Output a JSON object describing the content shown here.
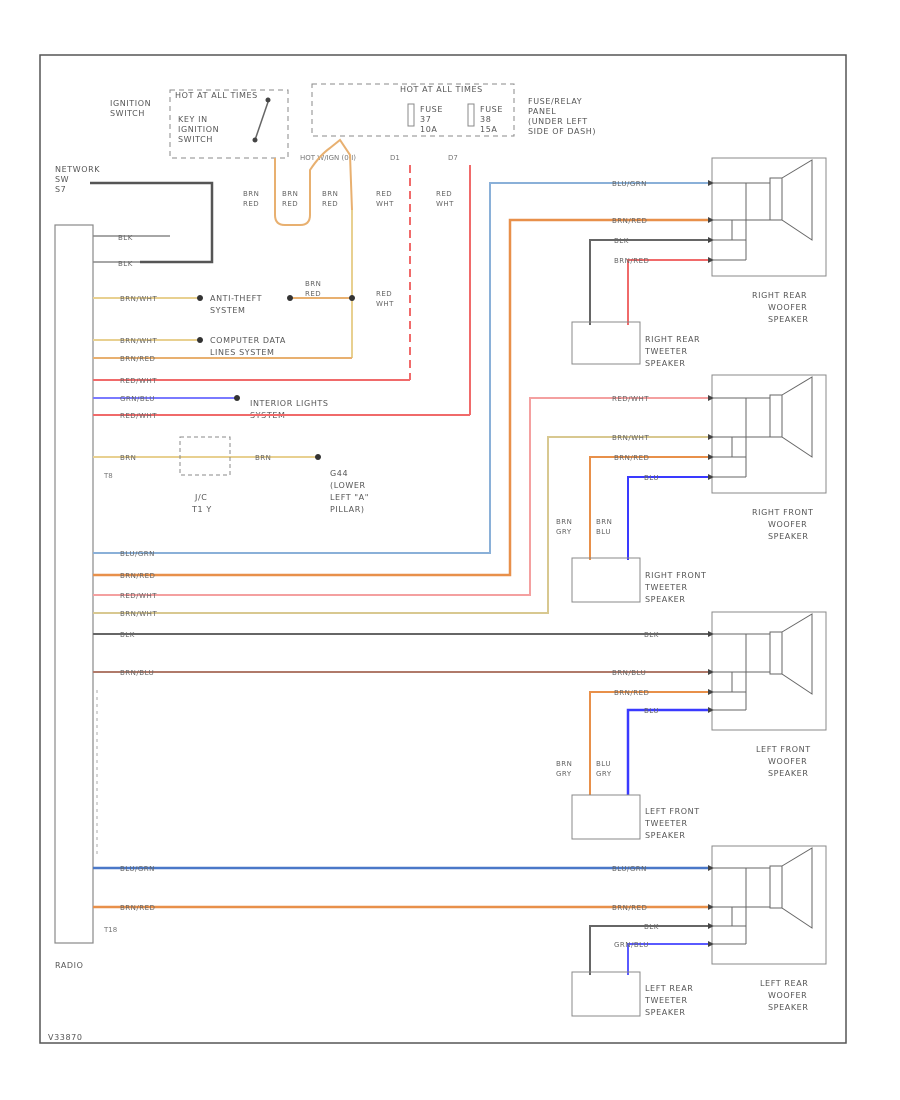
{
  "colors": {
    "blu_grn": "#4a78c8",
    "brn_red": "#e0904a",
    "red_wht": "#f06a6a",
    "brn_wht": "#d8c890",
    "blk": "#666666",
    "brn_blu": "#b07a6a",
    "grn_blu": "#6a6aff",
    "blu": "#3a3aff",
    "brn": "#d8c890"
  },
  "labels": {
    "ignition_switch": [
      "IGNITION",
      "SWITCH"
    ],
    "hot_at_all_times": "HOT AT ALL TIMES",
    "key_in_ignition": [
      "KEY IN",
      "IGNITION",
      "SWITCH"
    ],
    "hot_with_ignition": "HOT W/IGN (0-I)",
    "fuse_a": [
      "FUSE",
      "37",
      "10A"
    ],
    "fuse_b": [
      "FUSE",
      "38",
      "15A"
    ],
    "fuse_panel": [
      "FUSE/RELAY",
      "PANEL",
      "(UNDER LEFT",
      "SIDE OF DASH)"
    ],
    "network": [
      "NETWORK",
      "SW",
      "S7"
    ],
    "radio": "RADIO",
    "anti_theft": [
      "ANTI-THEFT",
      "SYSTEM"
    ],
    "computer_data": [
      "COMPUTER DATA",
      "LINES SYSTEM"
    ],
    "interior_lights": [
      "INTERIOR LIGHTS",
      "SYSTEM"
    ],
    "g44": [
      "G44",
      "(LOWER",
      "LEFT \"A\"",
      "PILLAR)"
    ],
    "splice": [
      "J/C",
      "T1 Y"
    ],
    "t8": "T8",
    "t8_bottom": "T18",
    "footer": "V33870",
    "rr_speaker": [
      "RIGHT REAR",
      "WOOFER",
      "SPEAKER"
    ],
    "rr_tweeter": [
      "RIGHT REAR",
      "TWEETER",
      "SPEAKER"
    ],
    "rf_speaker": [
      "RIGHT FRONT",
      "WOOFER",
      "SPEAKER"
    ],
    "rf_tweeter": [
      "RIGHT FRONT",
      "TWEETER",
      "SPEAKER"
    ],
    "lf_speaker": [
      "LEFT FRONT",
      "WOOFER",
      "SPEAKER"
    ],
    "lf_tweeter": [
      "LEFT FRONT",
      "TWEETER",
      "SPEAKER"
    ],
    "lr_speaker": [
      "LEFT REAR",
      "WOOFER",
      "SPEAKER"
    ],
    "lr_tweeter": [
      "LEFT REAR",
      "TWEETER",
      "SPEAKER"
    ]
  },
  "wire_labels": {
    "blu_grn": "BLU/GRN",
    "brn_red": "BRN/RED",
    "red_wht": "RED/WHT",
    "brn_wht": "BRN/WHT",
    "blk": "BLK",
    "brn_blu": "BRN/BLU",
    "grn_blu": "GRN/BLU",
    "blu": "BLU",
    "brn": "BRN",
    "red_wht_split": [
      "RED",
      "WHT"
    ],
    "brn_red_split": [
      "BRN",
      "RED"
    ],
    "brn_gry_split": [
      "BRN",
      "GRY"
    ],
    "brn_blu_split": [
      "BRN",
      "BLU"
    ],
    "blu_gry_split": [
      "BLU",
      "GRY"
    ]
  }
}
